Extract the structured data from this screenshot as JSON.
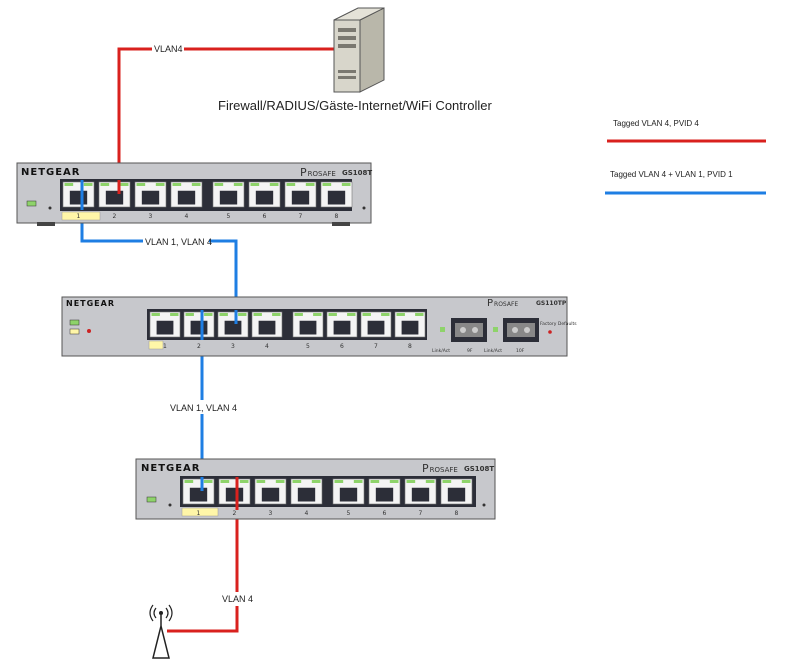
{
  "server": {
    "label": "Firewall/RADIUS/Gäste-Internet/WiFi Controller"
  },
  "legend": {
    "items": [
      {
        "label": "Tagged VLAN 4, PVID 4",
        "color": "#d9211e"
      },
      {
        "label": "Tagged VLAN 4 + VLAN 1, PVID 1",
        "color": "#1e7ee3"
      }
    ]
  },
  "links": {
    "server_to_switch1": "VLAN4",
    "switch1_to_switch2": "VLAN 1, VLAN 4",
    "switch2_to_switch3": "VLAN 1, VLAN 4",
    "switch3_to_ap": "VLAN 4"
  },
  "switches": [
    {
      "brand": "NETGEAR",
      "model": "GS108T",
      "series_prefix": "P",
      "series_rest": "ROSAFE",
      "ports": [
        "1",
        "2",
        "3",
        "4",
        "5",
        "6",
        "7",
        "8"
      ]
    },
    {
      "brand": "NETGEAR",
      "model": "GS110TP",
      "series_prefix": "P",
      "series_rest": "ROSAFE",
      "ports": [
        "1",
        "2",
        "3",
        "4",
        "5",
        "6",
        "7",
        "8"
      ],
      "sfp_labels": [
        "Link/Act",
        "9F",
        "Link/Act",
        "10F"
      ],
      "factory_label": "Factory Defaults"
    },
    {
      "brand": "NETGEAR",
      "model": "GS108T",
      "series_prefix": "P",
      "series_rest": "ROSAFE",
      "ports": [
        "1",
        "2",
        "3",
        "4",
        "5",
        "6",
        "7",
        "8"
      ]
    }
  ],
  "colors": {
    "vlan4": "#d9211e",
    "vlan1_4": "#1e7ee3",
    "switch_body": "#c7c8cc",
    "switch_dark": "#2c2e38",
    "port_led": "#8ed36a"
  }
}
